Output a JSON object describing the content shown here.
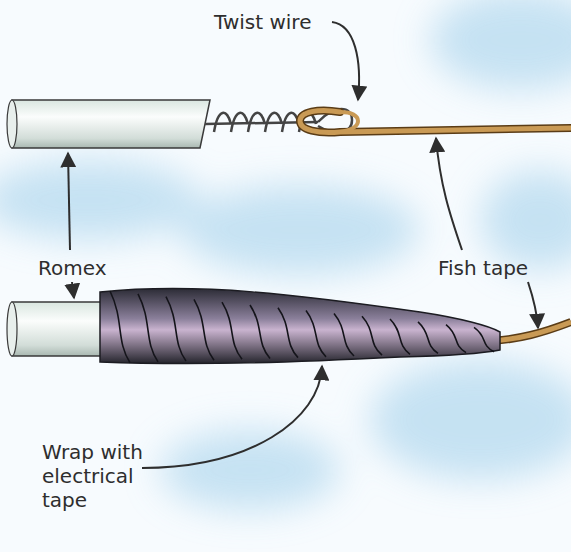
{
  "diagram": {
    "labels": [
      "Twist wire",
      "Romex",
      "Fish tape",
      "Wrap with electrical tape"
    ]
  }
}
